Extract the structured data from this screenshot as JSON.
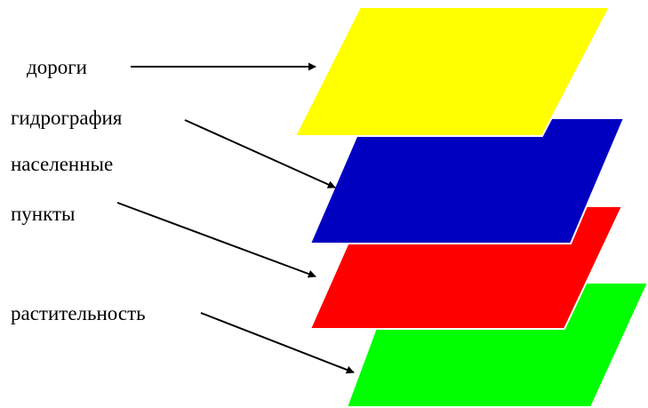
{
  "labels": {
    "roads": "дороги",
    "hydrography": "гидрография",
    "settlements_line1": "населенные",
    "settlements_line2": "пункты",
    "vegetation": "растительность"
  },
  "layers": [
    {
      "name": "roads",
      "color": "#ffff00"
    },
    {
      "name": "hydrography",
      "color": "#0000c0"
    },
    {
      "name": "settlements",
      "color": "#ff0000"
    },
    {
      "name": "vegetation",
      "color": "#00ff00"
    }
  ],
  "colors": {
    "arrow": "#000000",
    "layer_edge": "#ffffff"
  }
}
